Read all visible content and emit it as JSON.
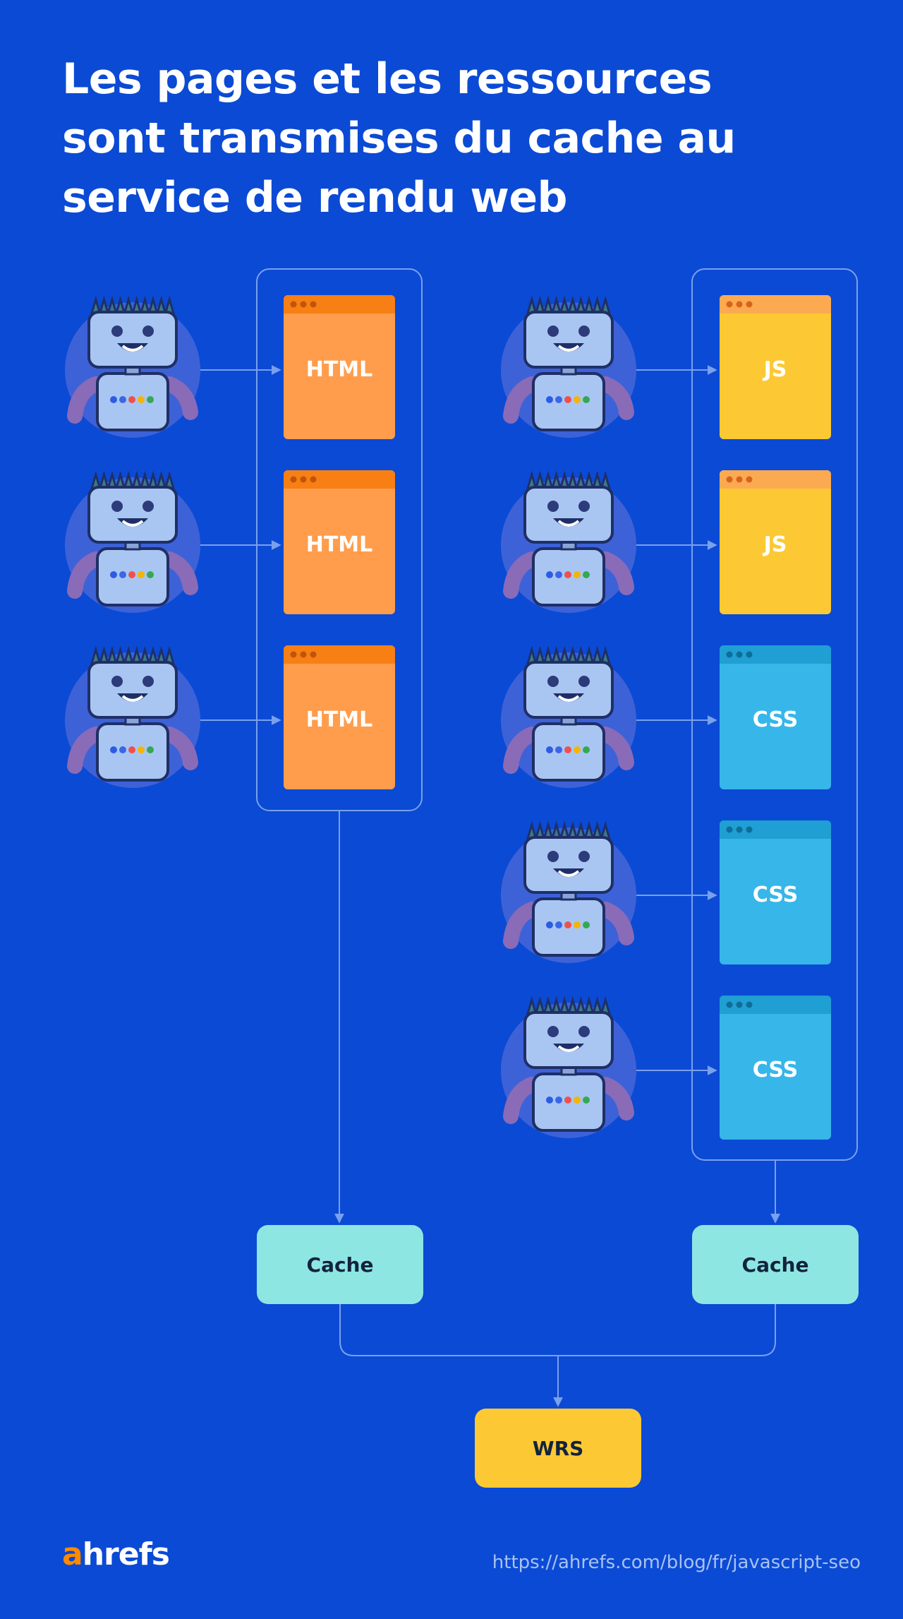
{
  "title_lines": [
    "Les pages et les ressources",
    "sont transmises du cache au",
    "service de rendu web"
  ],
  "left_column": {
    "files": [
      {
        "label": "HTML",
        "type": "html"
      },
      {
        "label": "HTML",
        "type": "html"
      },
      {
        "label": "HTML",
        "type": "html"
      }
    ],
    "cache_label": "Cache"
  },
  "right_column": {
    "files": [
      {
        "label": "JS",
        "type": "js"
      },
      {
        "label": "JS",
        "type": "js"
      },
      {
        "label": "CSS",
        "type": "css"
      },
      {
        "label": "CSS",
        "type": "css"
      },
      {
        "label": "CSS",
        "type": "css"
      }
    ],
    "cache_label": "Cache"
  },
  "wrs_label": "WRS",
  "footer": {
    "logo_accent": "a",
    "logo_rest": "hrefs",
    "url": "https://ahrefs.com/blog/fr/javascript-seo"
  },
  "colors": {
    "background": "#0b4ad4",
    "html_file": "#ff9d4d",
    "html_file_bar": "#f77f14",
    "js_file": "#fcc934",
    "js_file_bar": "#fbaa51",
    "css_file": "#37b6e9",
    "css_file_bar": "#1f9fd3",
    "cache_box": "#8ee6e2",
    "wrs_box": "#fcc934",
    "connector": "#7aa0ee",
    "robot_circle": "#3d62d8",
    "robot_body": "#a9c6f2",
    "robot_hair": "#3b7a85"
  },
  "icons": [
    "googlebot-robot-icon",
    "browser-window-icon",
    "arrow-connector"
  ]
}
